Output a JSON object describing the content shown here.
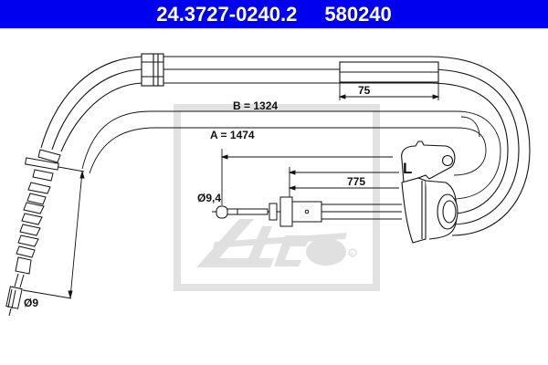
{
  "header": {
    "part_number": "24.3727-0240.2",
    "reference_number": "580240",
    "background_color": "#0000ee",
    "text_color": "#ffffff"
  },
  "drawing": {
    "type": "parking brake cable technical drawing",
    "dimensions": {
      "B": "B = 1324",
      "A": "A = 1474",
      "sleeve_length": "75",
      "inner_length": "775",
      "nipple_diameter": "Ø9,4",
      "end_fitting_diameter": "Ø9"
    },
    "side_marker": "L",
    "watermark": {
      "logo": "Ate",
      "registered_mark": "®",
      "color": "#e0e0e0"
    }
  }
}
